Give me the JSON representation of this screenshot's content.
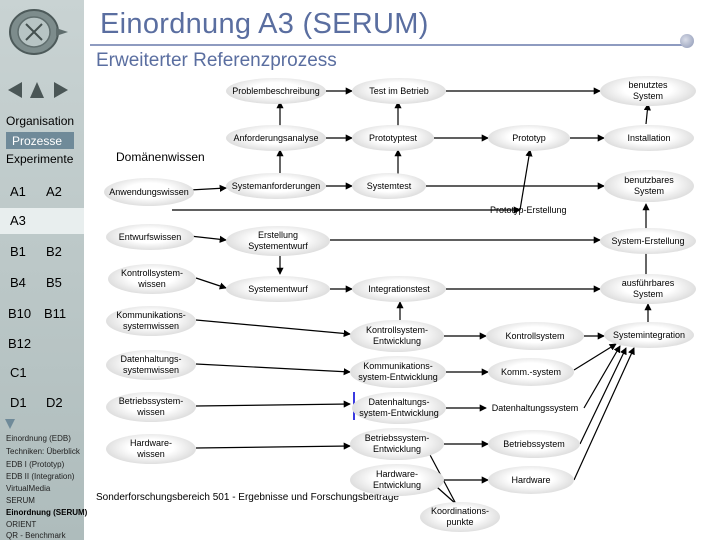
{
  "title": "Einordnung A3 (SERUM)",
  "subtitle": "Erweiterter Referenzprozess",
  "sidebar": {
    "labels": [
      "Organisation",
      "Prozesse",
      "Experimente"
    ],
    "grid": [
      "A1",
      "A2",
      "A3",
      "B1",
      "B2",
      "B4",
      "B5",
      "B10",
      "B11",
      "B12",
      "C1",
      "D1",
      "D2"
    ],
    "links": [
      "Einordnung (EDB)",
      "Techniken: Überblick",
      "EDB I (Prototyp)",
      "EDB II (Integration)",
      "VirtualMedia",
      "SERUM",
      "Einordnung (SERUM)",
      "ORIENT",
      "QR - Benchmark"
    ]
  },
  "diagram": {
    "domain_label": "Domänenwissen",
    "footer": "Sonderforschungsbereich 501 - Ergebnisse und Forschungsbeiträge",
    "nodes": {
      "problembeschreibung": "Problembeschreibung",
      "test_im_betrieb": "Test im Betrieb",
      "benutztes_system": "benutztes System",
      "anforderungsanalyse": "Anforderungsanalyse",
      "prototyptest": "Prototyptest",
      "prototyp": "Prototyp",
      "installation": "Installation",
      "anwendungswissen": "Anwendungswissen",
      "systemanforderungen": "Systemanforderungen",
      "systemtest": "Systemtest",
      "benutzbares_system": "benutzbares System",
      "prototyp_erstellung": "Prototyp-Erstellung",
      "entwurfswissen": "Entwurfswissen",
      "erstellung_systementwurf": "Erstellung Systementwurf",
      "system_erstellung": "System-Erstellung",
      "kontrollsystemwissen": "Kontrollsystem-wissen",
      "systementwurf": "Systementwurf",
      "integrationstest": "Integrationstest",
      "ausfuehrbares_system": "ausführbares System",
      "kommunikationssystemwissen": "Kommunikations-systemwissen",
      "kontrollsystem_entwicklung": "Kontrollsystem-Entwicklung",
      "kontrollsystem": "Kontrollsystem",
      "systemintegration": "Systemintegration",
      "datenhaltungssystemwissen": "Datenhaltungs-systemwissen",
      "kommunikationssystem_entwicklung": "Kommunikations-system-Entwicklung",
      "komm_system": "Komm.-system",
      "betriebssystemwissen": "Betriebssystem-wissen",
      "datenhaltungssystem_entwicklung": "Datenhaltungs-system-Entwicklung",
      "datenhaltungssystem": "Datenhaltungssystem",
      "hardwarewissen": "Hardware-wissen",
      "betriebssystem_entwicklung": "Betriebssystem-Entwicklung",
      "betriebssystem": "Betriebssystem",
      "hardware_entwicklung": "Hardware-Entwicklung",
      "hardware": "Hardware",
      "koordinationspunkte": "Koordinations-punkte"
    }
  }
}
